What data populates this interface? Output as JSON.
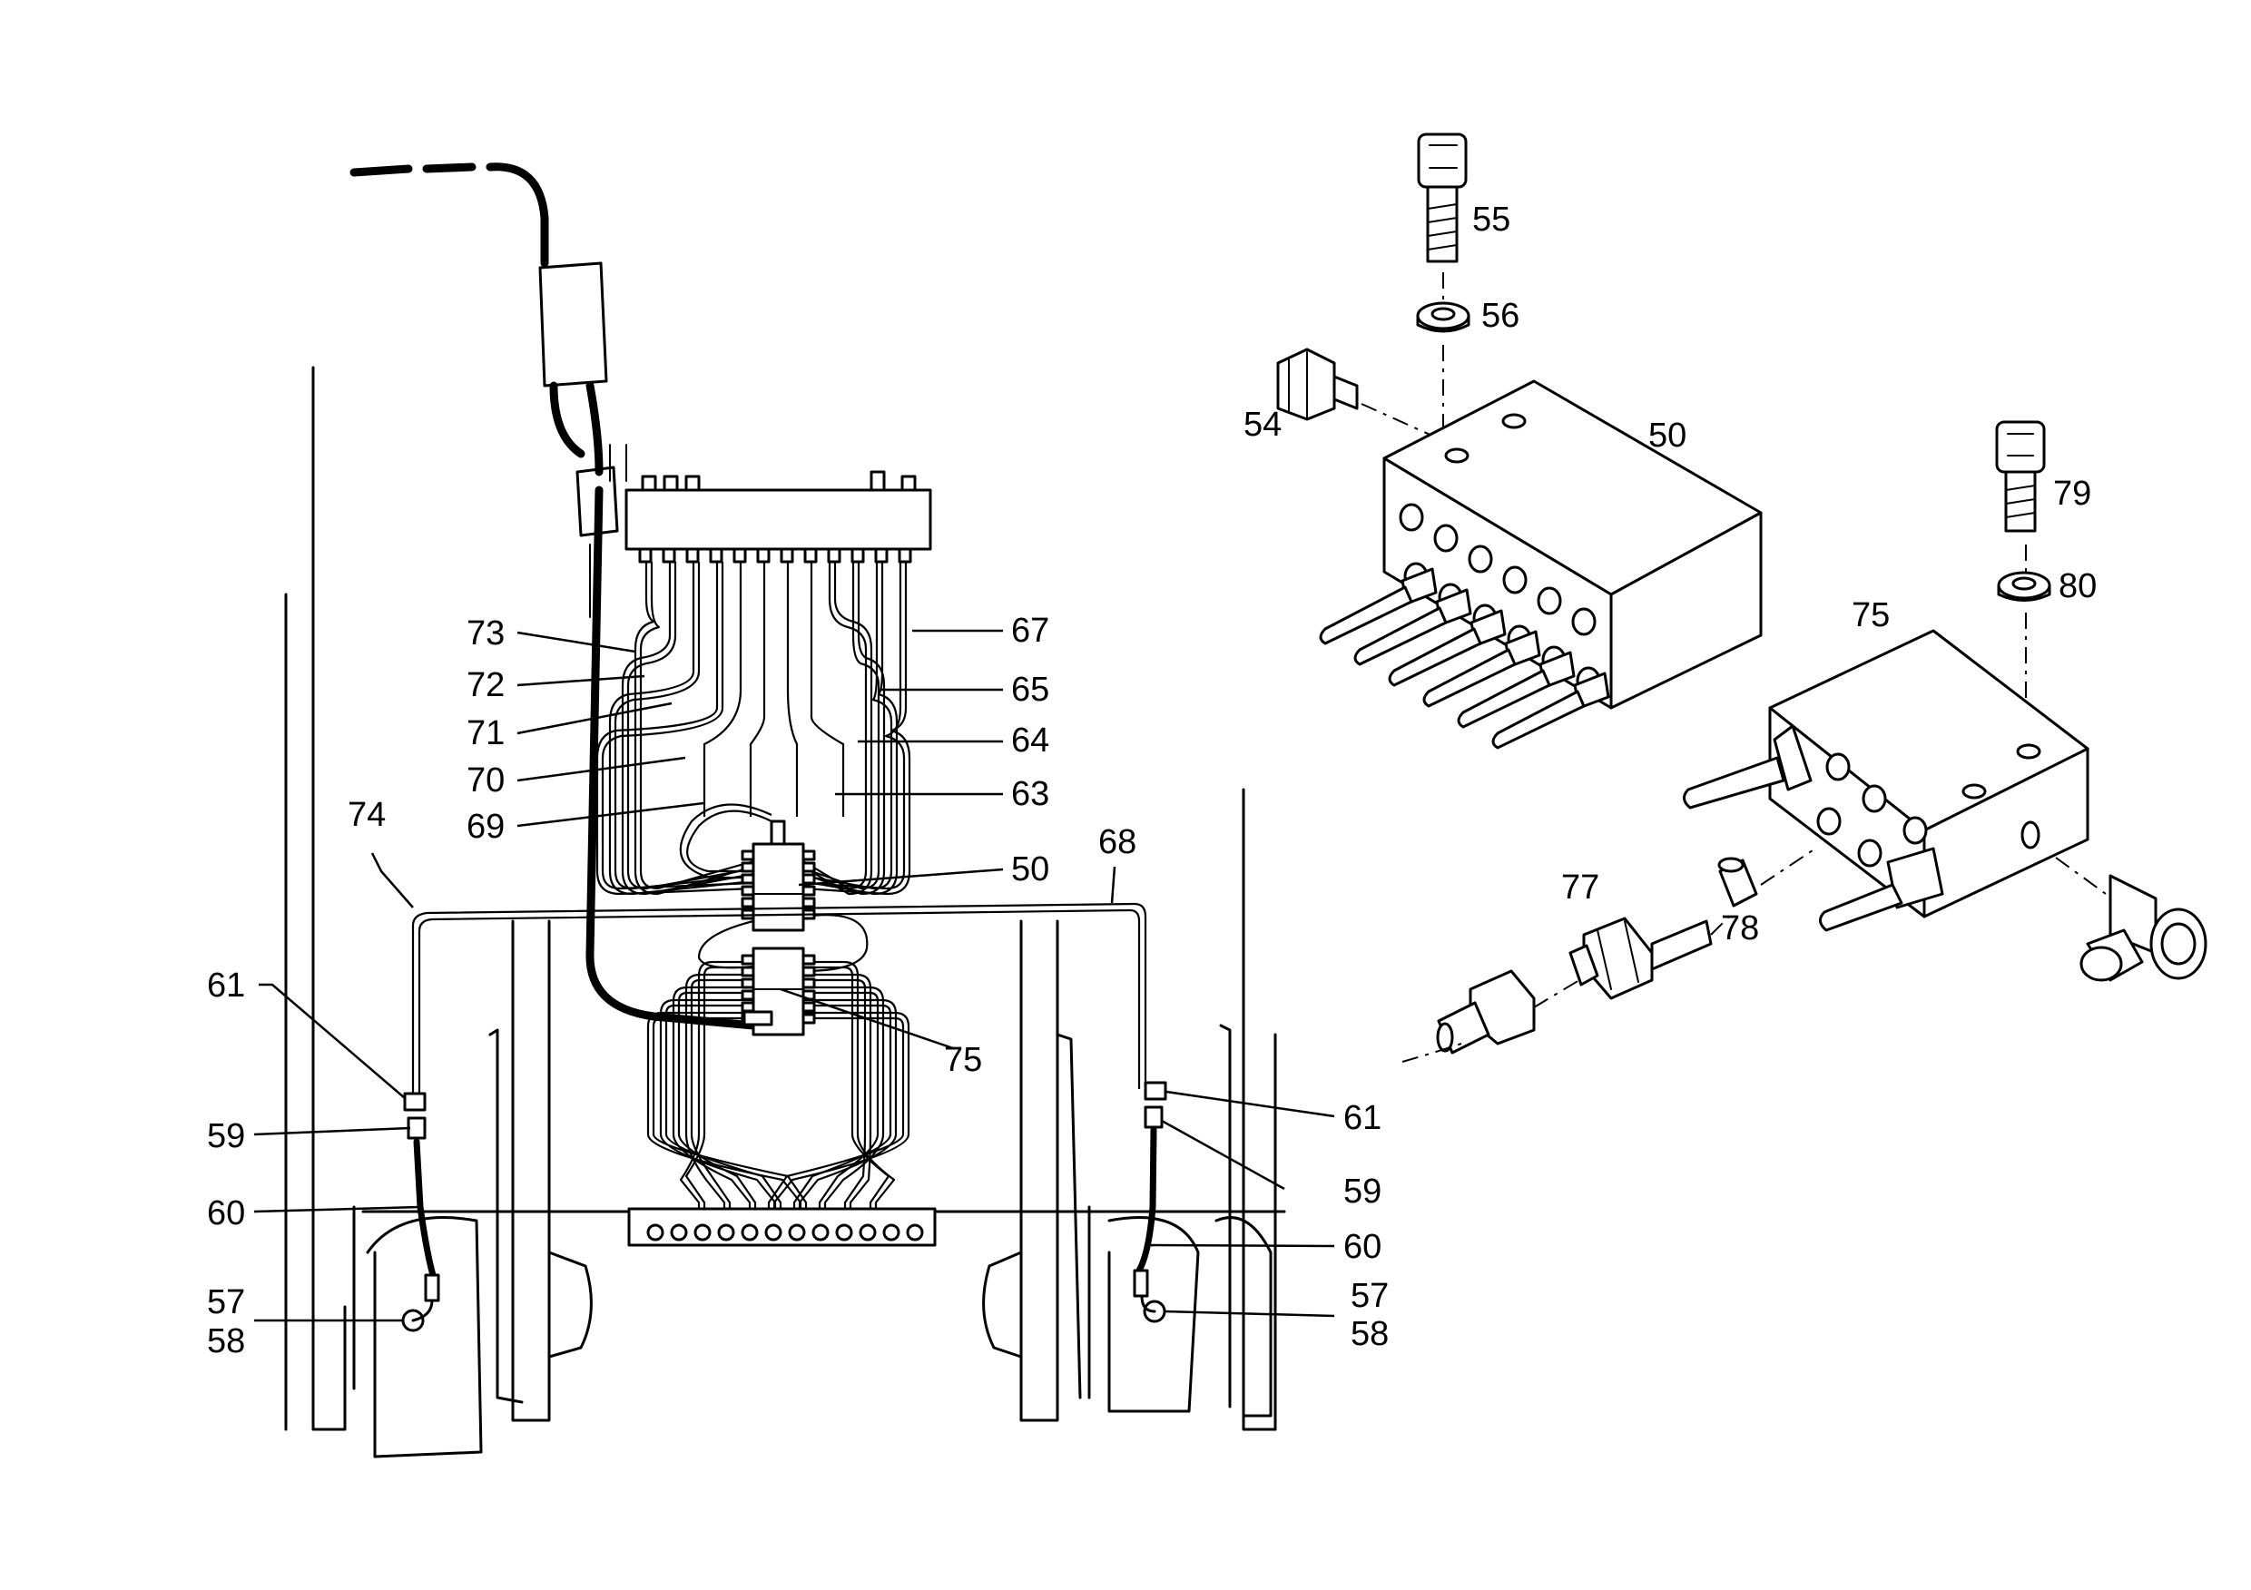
{
  "callouts": {
    "c50a": "50",
    "c50b": "50",
    "c54": "54",
    "c55": "55",
    "c56": "56",
    "c57a": "57",
    "c57b": "57",
    "c58a": "58",
    "c58b": "58",
    "c59a": "59",
    "c59b": "59",
    "c60a": "60",
    "c60b": "60",
    "c61a": "61",
    "c61b": "61",
    "c63": "63",
    "c64": "64",
    "c65": "65",
    "c67": "67",
    "c68": "68",
    "c69": "69",
    "c70": "70",
    "c71": "71",
    "c72": "72",
    "c73": "73",
    "c74": "74",
    "c75a": "75",
    "c75b": "75",
    "c77": "77",
    "c78": "78",
    "c79": "79",
    "c80": "80"
  }
}
